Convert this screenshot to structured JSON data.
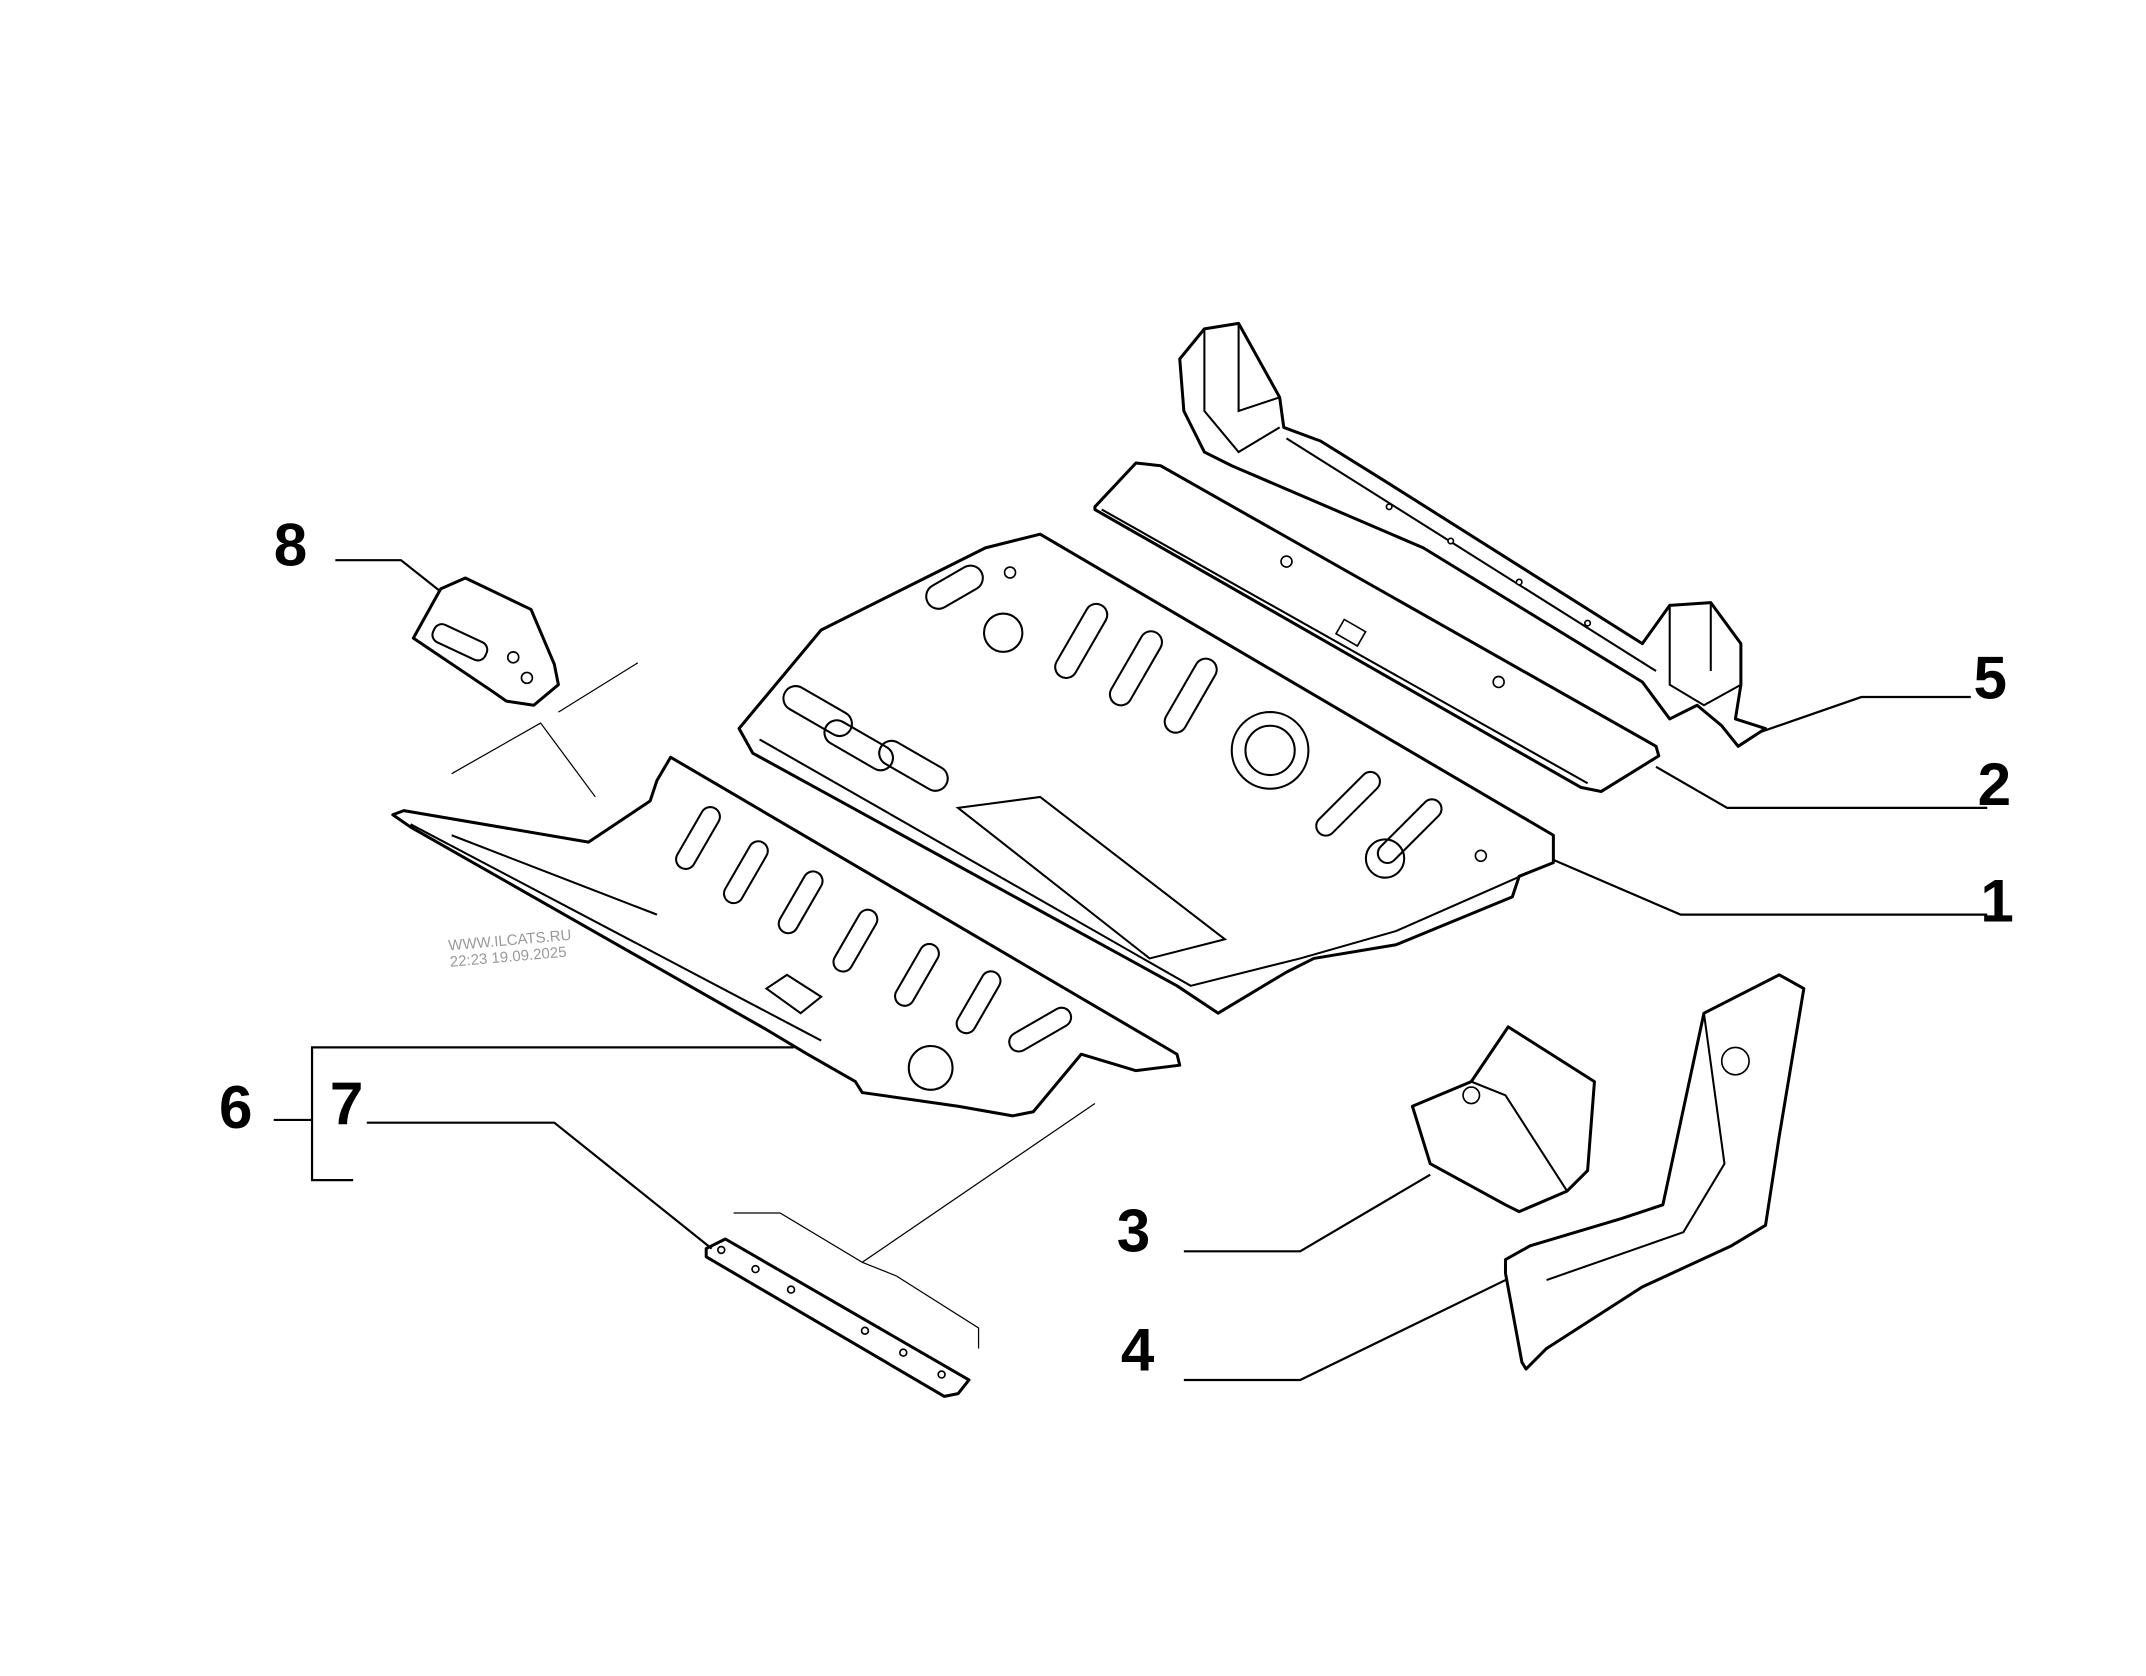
{
  "diagram": {
    "callouts": [
      {
        "id": "1",
        "label": "1"
      },
      {
        "id": "2",
        "label": "2"
      },
      {
        "id": "3",
        "label": "3"
      },
      {
        "id": "4",
        "label": "4"
      },
      {
        "id": "5",
        "label": "5"
      },
      {
        "id": "6",
        "label": "6"
      },
      {
        "id": "7",
        "label": "7"
      },
      {
        "id": "8",
        "label": "8"
      }
    ],
    "watermark": {
      "line1": "WWW.ILCATS.RU",
      "line2": "22:23 19.09.2025"
    }
  }
}
